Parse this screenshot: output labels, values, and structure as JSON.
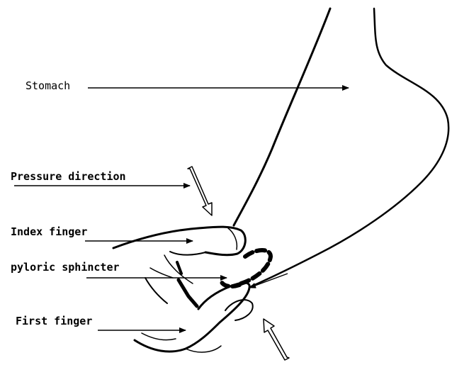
{
  "labels": {
    "stomach": "Stomach",
    "pressure_direction": "Pressure direction",
    "index_finger": "Index finger",
    "pyloric_sphincter": "pyloric sphincter",
    "first_finger": "First finger"
  },
  "colors": {
    "ink": "#000000",
    "background": "#ffffff"
  }
}
